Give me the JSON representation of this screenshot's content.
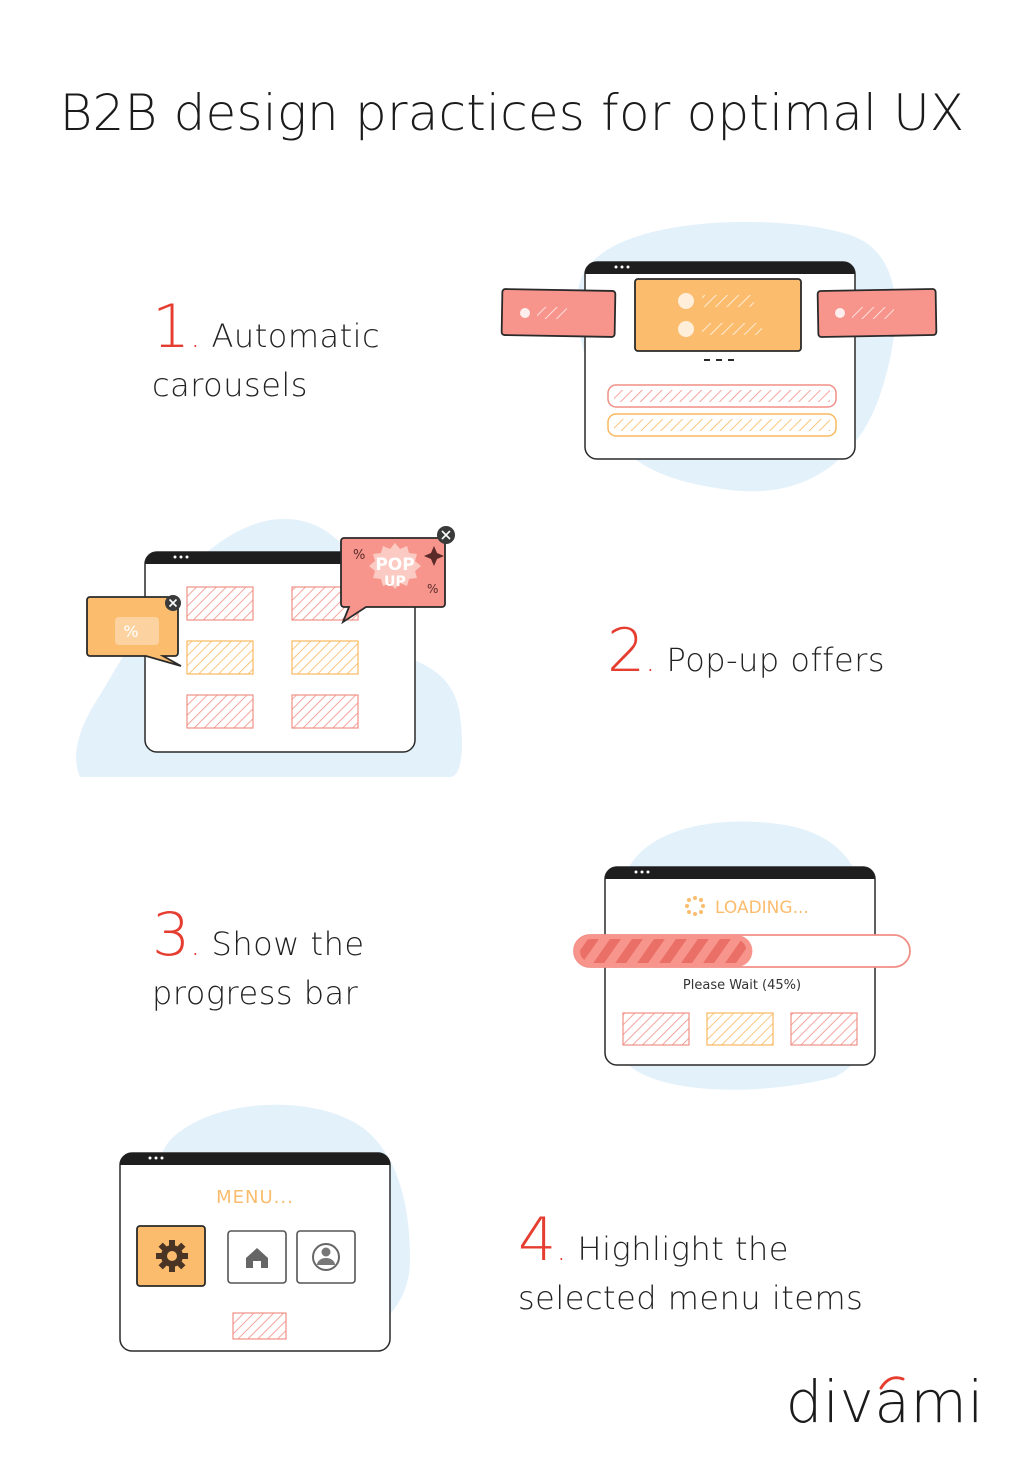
{
  "title": "B2B design practices for optimal UX",
  "colors": {
    "accent_red": "#e53d2f",
    "salmon": "#f7958c",
    "orange": "#fbbc6e",
    "blob": "#e3f1fb",
    "dark": "#1e1e1e"
  },
  "steps": [
    {
      "num": "1",
      "dot": ".",
      "line1": "Automatic",
      "line2": "carousels"
    },
    {
      "num": "2",
      "dot": ".",
      "line1": "Pop-up offers",
      "line2": ""
    },
    {
      "num": "3",
      "dot": ".",
      "line1": "Show the",
      "line2": "progress bar"
    },
    {
      "num": "4",
      "dot": ".",
      "line1": "Highlight the",
      "line2": "selected menu items"
    }
  ],
  "popup": {
    "line1": "POP",
    "line2": "UP",
    "percent": "%"
  },
  "loading": {
    "label": "LOADING...",
    "wait": "Please Wait (45%)",
    "progress": 0.45
  },
  "menu": {
    "label": "MENU...",
    "icons": [
      "gear-icon",
      "home-icon",
      "user-icon"
    ]
  },
  "logo": {
    "text_before": "div",
    "text_a": "a",
    "text_after": "mi"
  }
}
